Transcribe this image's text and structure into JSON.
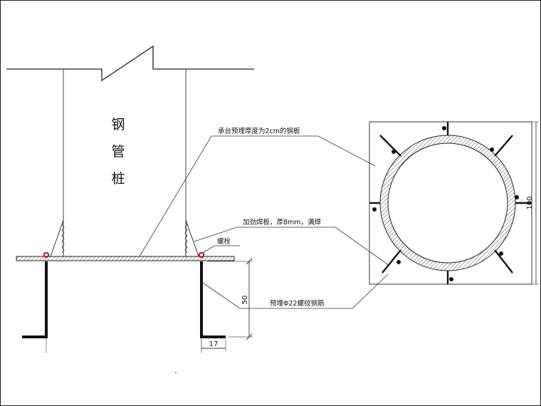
{
  "pile_label_chars": [
    "钢",
    "管",
    "桩"
  ],
  "callouts": {
    "embedded_plate": "承台预埋厚度为2cm的钢板",
    "stiffener_plate": "加劲焊板，厚8mm，满焊",
    "bolt": "螺栓",
    "rebar": "预埋Φ22螺纹钢筋"
  },
  "dimensions": {
    "rebar_height": "50",
    "hook_length": "17",
    "plate_size": "100"
  },
  "colors": {
    "line": "#222222",
    "bolt": "#cc1111",
    "hatch": "#555555"
  }
}
